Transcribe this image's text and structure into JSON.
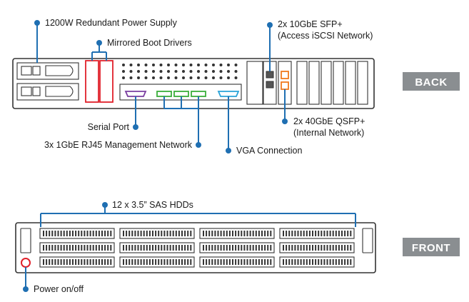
{
  "back": {
    "badge": "BACK",
    "labels": {
      "power_supply": "1200W Redundant Power Supply",
      "boot_drives": "Mirrored Boot Drivers",
      "sfp_line1": "2x 10GbE SFP+",
      "sfp_line2": "(Access iSCSI Network)",
      "qsfp_line1": "2x 40GbE QSFP+",
      "qsfp_line2": "(Internal Network)",
      "serial_port": "Serial Port",
      "rj45": "3x 1GbE RJ45 Management Network",
      "vga": "VGA Connection"
    }
  },
  "front": {
    "badge": "FRONT",
    "labels": {
      "hdds": "12 x 3.5” SAS HDDs",
      "power": "Power on/off"
    }
  },
  "colors": {
    "leader": "#1f6fb2",
    "badge": "#8a8e91",
    "boot_drive": "#e0202a",
    "serial": "#7a3ea0",
    "rj45": "#3aae3a",
    "vga": "#2aa3d8",
    "qsfp": "#f07a1e",
    "power_button": "#e0202a"
  }
}
